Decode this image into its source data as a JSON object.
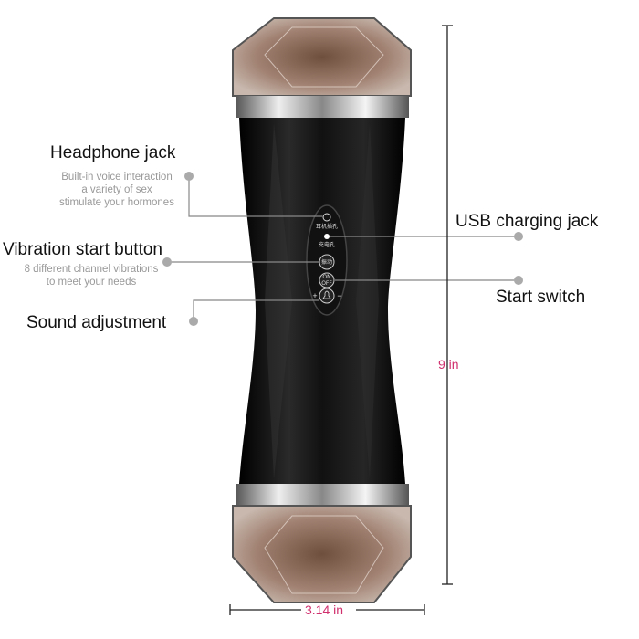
{
  "callouts": {
    "headphone": {
      "title": "Headphone jack",
      "desc": [
        "Built-in voice interaction",
        "a variety of sex",
        "stimulate your hormones"
      ]
    },
    "vibration": {
      "title": "Vibration start button",
      "desc": [
        "8 different channel vibrations",
        "to meet your needs"
      ]
    },
    "sound": {
      "title": "Sound adjustment"
    },
    "usb": {
      "title": "USB charging jack"
    },
    "start": {
      "title": "Start switch"
    }
  },
  "panel": {
    "headphone_cn": "耳机插孔",
    "charge_cn": "充电孔",
    "vibrate_cn": "振动",
    "on": "ON",
    "off": "OFF",
    "plus": "+",
    "minus": "−"
  },
  "dimensions": {
    "height": "9 in",
    "width": "3.14 in"
  },
  "colors": {
    "dimension": "#d1306e",
    "body": "#0d0d0d",
    "cap": "#8a6a58"
  }
}
